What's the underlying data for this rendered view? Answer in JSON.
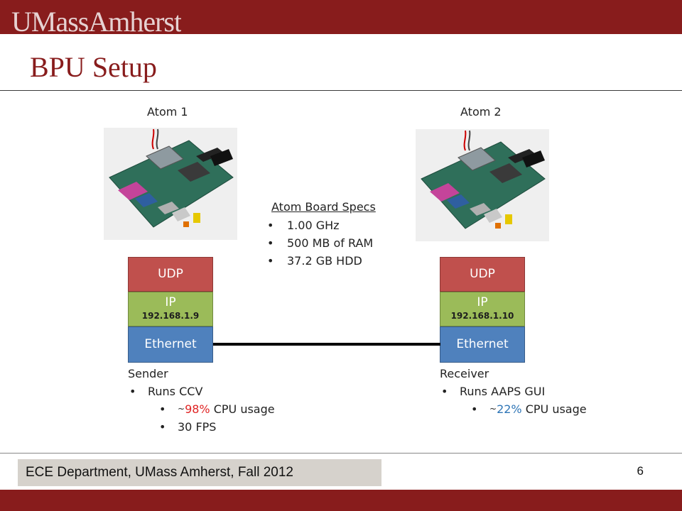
{
  "header": {
    "brand": "UMassAmherst",
    "brand_color": "#881c1c"
  },
  "slide": {
    "title": "BPU Setup"
  },
  "atoms": [
    {
      "label": "Atom 1"
    },
    {
      "label": "Atom 2"
    }
  ],
  "specs": {
    "title": "Atom Board Specs",
    "items": [
      "1.00 GHz",
      "500 MB of RAM",
      "37.2 GB HDD"
    ]
  },
  "stacks": [
    {
      "udp": "UDP",
      "ip": "IP",
      "ip_address": "192.168.1.9",
      "ethernet": "Ethernet"
    },
    {
      "udp": "UDP",
      "ip": "IP",
      "ip_address": "192.168.1.10",
      "ethernet": "Ethernet"
    }
  ],
  "layer_colors": {
    "udp": "#c0504d",
    "ip": "#9bbb59",
    "ethernet": "#4f81bd"
  },
  "sender": {
    "title": "Sender",
    "runs": "Runs CCV",
    "cpu_prefix": "~",
    "cpu_value": "98%",
    "cpu_suffix": " CPU usage",
    "cpu_color": "#e02424",
    "fps": "30 FPS"
  },
  "receiver": {
    "title": "Receiver",
    "runs": "Runs AAPS GUI",
    "cpu_prefix": "~",
    "cpu_value": "22%",
    "cpu_suffix": " CPU usage",
    "cpu_color": "#2e75b6"
  },
  "footer": {
    "text": "ECE Department, UMass Amherst, Fall 2012",
    "page": "6"
  }
}
